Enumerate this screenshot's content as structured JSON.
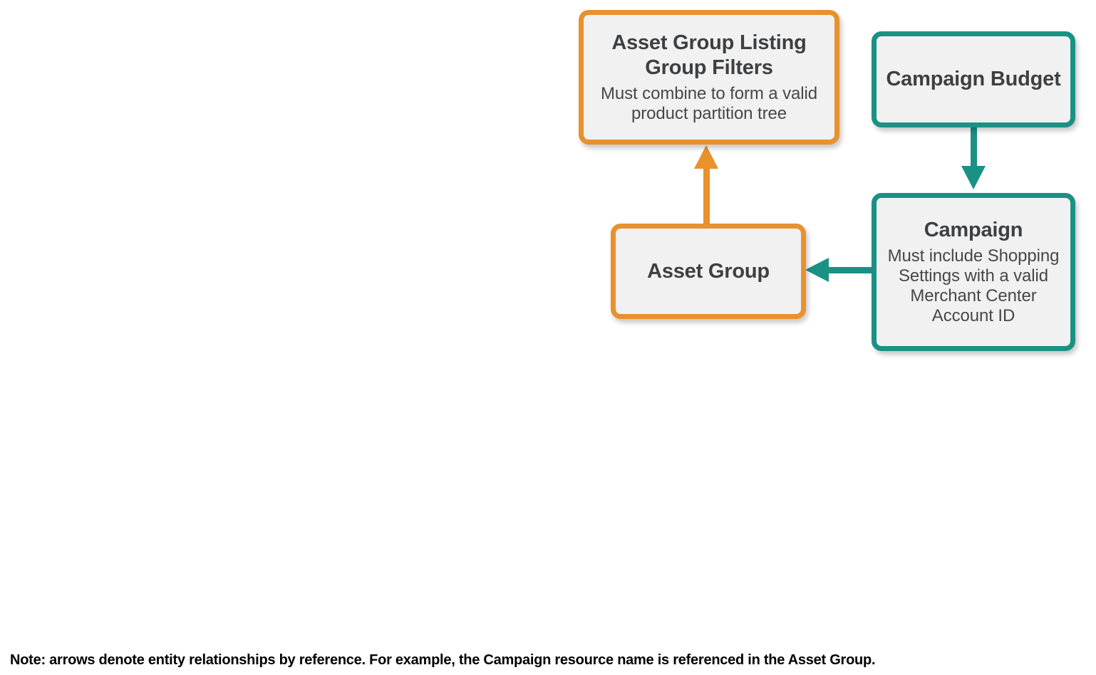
{
  "diagram": {
    "type": "entity-relationship",
    "nodes": [
      {
        "id": "asset-group-listing-group-filters",
        "title": "Asset Group Listing Group Filters",
        "description": "Must combine to form a valid product partition tree",
        "color": "#E8912D",
        "color_name": "orange"
      },
      {
        "id": "campaign-budget",
        "title": "Campaign Budget",
        "description": "",
        "color": "#1A9185",
        "color_name": "teal"
      },
      {
        "id": "asset-group",
        "title": "Asset Group",
        "description": "",
        "color": "#E8912D",
        "color_name": "orange"
      },
      {
        "id": "campaign",
        "title": "Campaign",
        "description": "Must include Shopping Settings with a valid Merchant Center Account ID",
        "color": "#1A9185",
        "color_name": "teal"
      }
    ],
    "edges": [
      {
        "id": "asset-group-to-listing-group-filters",
        "from": "asset-group",
        "to": "asset-group-listing-group-filters",
        "direction": "up",
        "color": "#E8912D"
      },
      {
        "id": "campaign-budget-to-campaign",
        "from": "campaign-budget",
        "to": "campaign",
        "direction": "down",
        "color": "#1A9185"
      },
      {
        "id": "campaign-to-asset-group",
        "from": "campaign",
        "to": "asset-group",
        "direction": "left",
        "color": "#1A9185"
      }
    ],
    "footer_note": "Note: arrows denote entity relationships by reference. For example, the Campaign resource name is referenced in the Asset Group.",
    "palette": {
      "orange": "#E8912D",
      "teal": "#1A9185",
      "node_fill": "#F1F1F1",
      "title_text": "#3C4043",
      "description_text": "#474747",
      "note_text": "#000000",
      "background": "#FFFFFF"
    }
  }
}
